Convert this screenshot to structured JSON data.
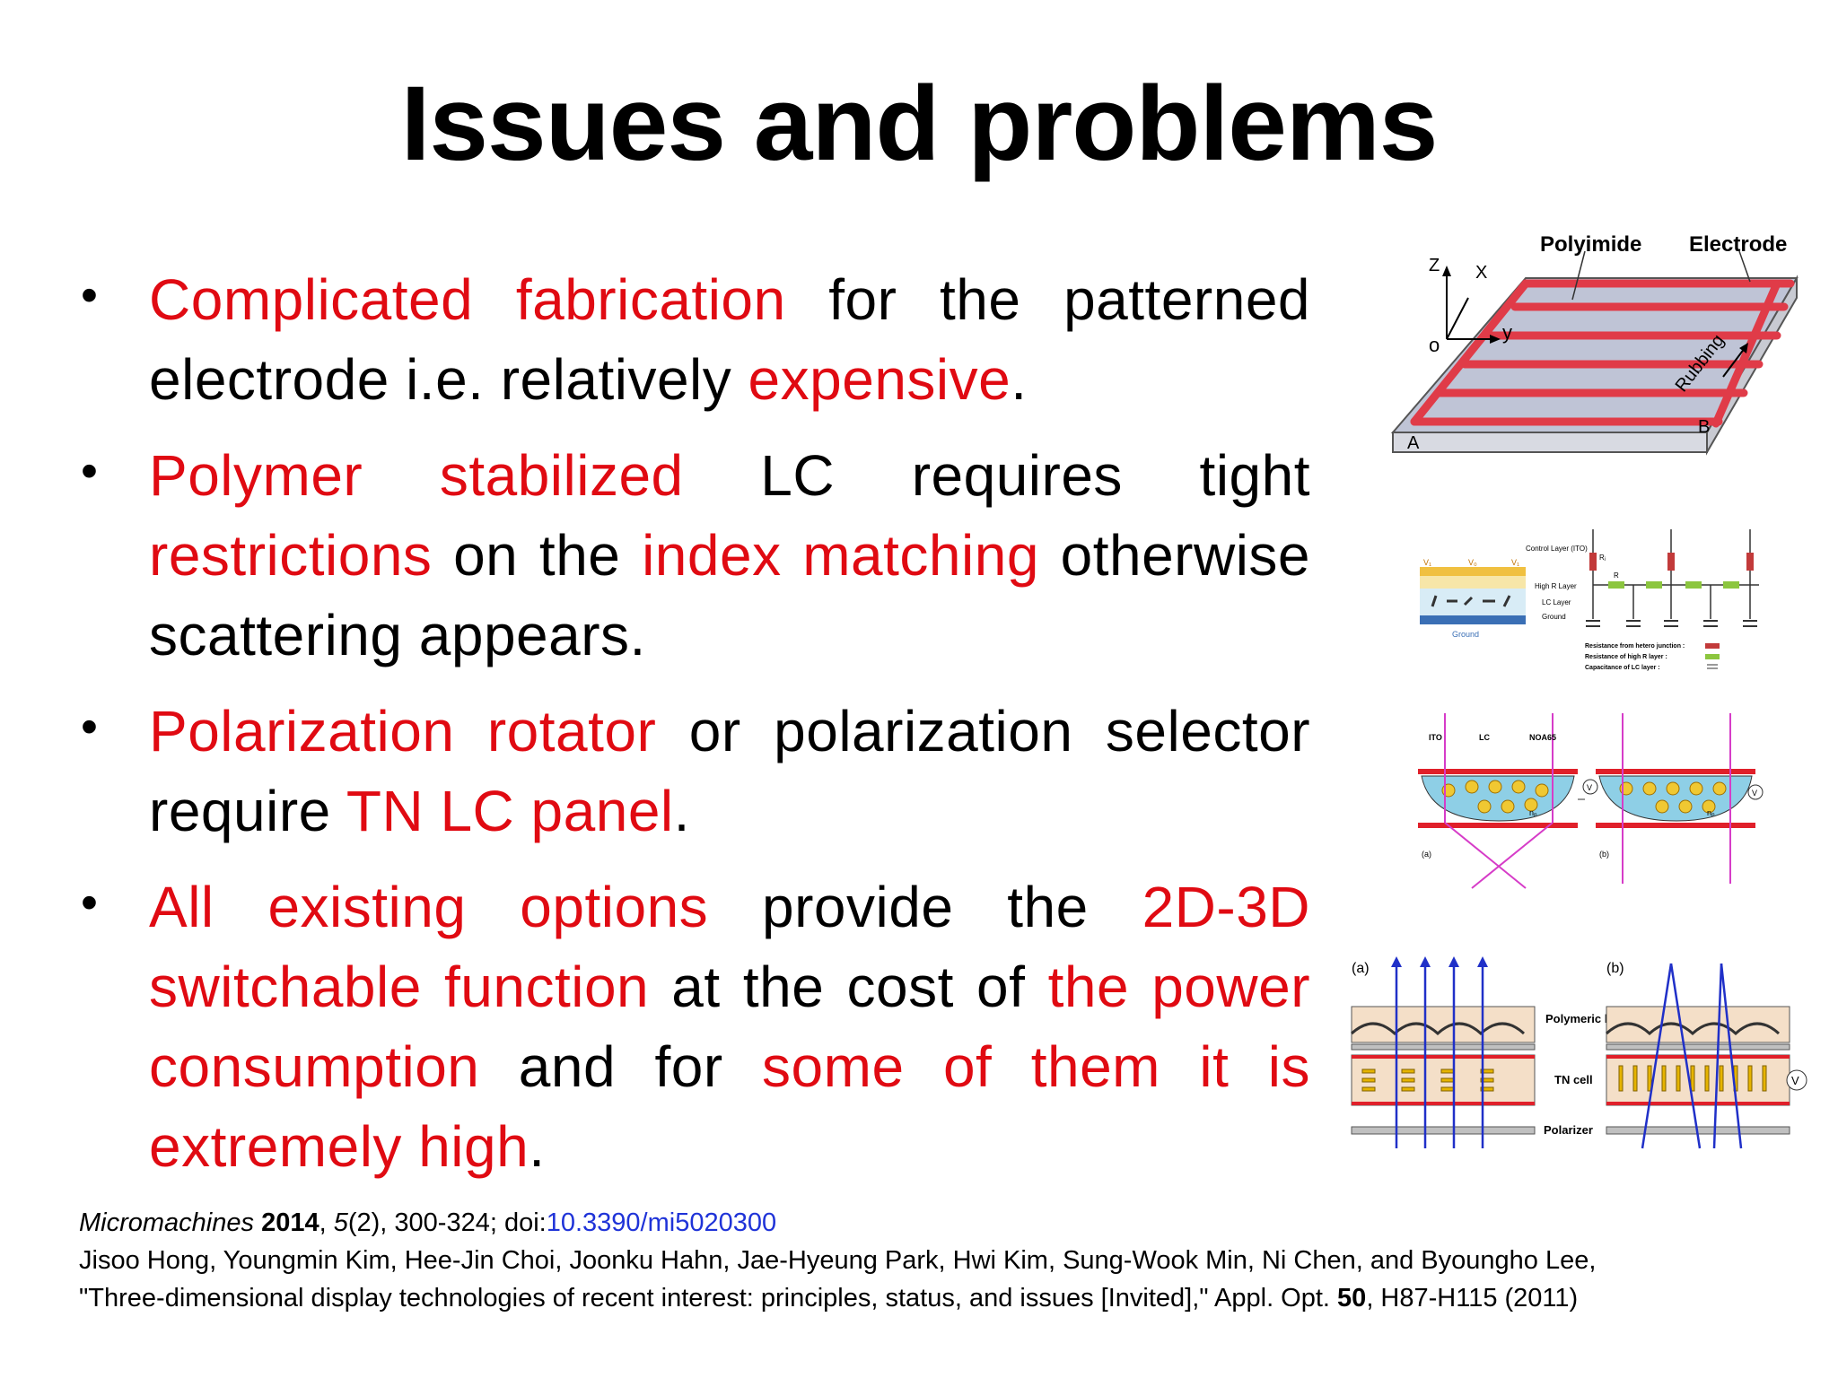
{
  "title": "Issues and problems",
  "bullets": [
    {
      "segments": [
        {
          "text": "Complicated fabrication",
          "color": "red"
        },
        {
          "text": " for the patterned electrode i.e. relatively ",
          "color": "black"
        },
        {
          "text": "expensive",
          "color": "red"
        },
        {
          "text": ".",
          "color": "black"
        }
      ]
    },
    {
      "segments": [
        {
          "text": "Polymer stabilized",
          "color": "red"
        },
        {
          "text": " LC requires tight ",
          "color": "black"
        },
        {
          "text": "restrictions",
          "color": "red"
        },
        {
          "text": " on the ",
          "color": "black"
        },
        {
          "text": "index matching",
          "color": "red"
        },
        {
          "text": " otherwise scattering appears.",
          "color": "black"
        }
      ]
    },
    {
      "segments": [
        {
          "text": "Polarization rotator",
          "color": "red"
        },
        {
          "text": " or polarization selector require ",
          "color": "black"
        },
        {
          "text": "TN LC panel",
          "color": "red"
        },
        {
          "text": ".",
          "color": "black"
        }
      ]
    },
    {
      "segments": [
        {
          "text": "All existing options",
          "color": "red"
        },
        {
          "text": " provide the ",
          "color": "black"
        },
        {
          "text": "2D-3D switchable function",
          "color": "red"
        },
        {
          "text": " at the cost of ",
          "color": "black"
        },
        {
          "text": "the power consumption",
          "color": "red"
        },
        {
          "text": " and for ",
          "color": "black"
        },
        {
          "text": "some of them it is extremely high",
          "color": "red"
        },
        {
          "text": ".",
          "color": "black"
        }
      ]
    }
  ],
  "bullet_glyph": "•",
  "colors": {
    "red": "#e00a12",
    "black": "#000000",
    "link": "#1f33d8"
  },
  "references": {
    "ref1": {
      "journal": "Micromachines",
      "year": "2014",
      "volume": "5",
      "issue_pages": "(2), 300-324; doi:",
      "doi": "10.3390/mi5020300"
    },
    "ref2": {
      "authors": "Jisoo Hong, Youngmin Kim, Hee-Jin Choi, Joonku Hahn, Jae-Hyeung Park, Hwi Kim, Sung-Wook Min, Ni Chen, and Byoungho Lee,",
      "title_part": "\"Three-dimensional display technologies of recent interest: principles, status, and issues [Invited],\" Appl. Opt. ",
      "volume": "50",
      "tail": ", H87-H115 (2011)"
    }
  },
  "figures": {
    "fig1": {
      "labels": {
        "polyimide": "Polyimide",
        "electrode": "Electrode",
        "z": "Z",
        "x": "X",
        "y": "y",
        "o": "o",
        "rubbing": "Rubbing",
        "a": "A",
        "b": "B"
      }
    },
    "fig2": {
      "labels": {
        "control_layer": "Control Layer (ITO)",
        "high_r": "High R Layer",
        "lc_layer": "LC Layer",
        "ground": "Ground",
        "ground_bottom": "Ground",
        "v1": "V₁",
        "v0": "V₀",
        "r": "R",
        "rj": "Rⱼ",
        "legend1": "Resistance from hetero junction :",
        "legend2": "Resistance of high R layer :",
        "legend3": "Capacitance of LC layer :"
      }
    },
    "fig3": {
      "labels": {
        "ito": "ITO",
        "lc": "LC",
        "noa": "NOA65",
        "v": "V",
        "np": "nₚ",
        "a": "(a)",
        "b": "(b)"
      }
    },
    "fig4": {
      "labels": {
        "a": "(a)",
        "b": "(b)",
        "lens": "Polymeric lens",
        "tn": "TN cell",
        "polarizer": "Polarizer",
        "v": "V"
      }
    }
  }
}
